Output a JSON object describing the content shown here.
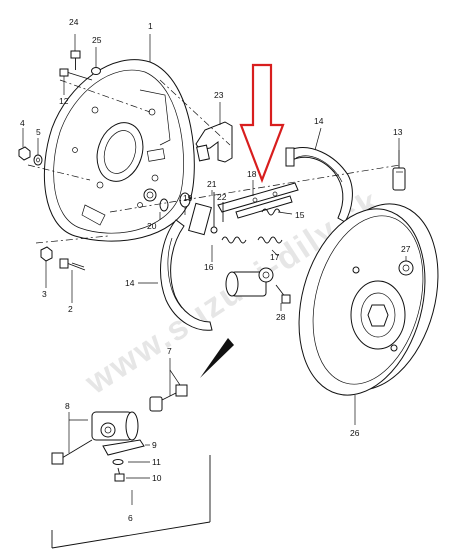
{
  "watermark": "www.suzuki-dily.sk",
  "colors": {
    "ink": "#111111",
    "arrow": "#d81e1e",
    "watermark": "#c8c8c8"
  },
  "labels": {
    "l1": "1",
    "l2": "2",
    "l3": "3",
    "l4": "4",
    "l5": "5",
    "l6": "6",
    "l7": "7",
    "l8": "8",
    "l9": "9",
    "l10": "10",
    "l11": "11",
    "l12": "12",
    "l13": "13",
    "l14a": "14",
    "l14b": "14",
    "l15": "15",
    "l16": "16",
    "l17": "17",
    "l18": "18",
    "l19": "19",
    "l20": "20",
    "l21": "21",
    "l22": "22",
    "l23": "23",
    "l24": "24",
    "l25": "25",
    "l26": "26",
    "l27": "27",
    "l28": "28"
  }
}
